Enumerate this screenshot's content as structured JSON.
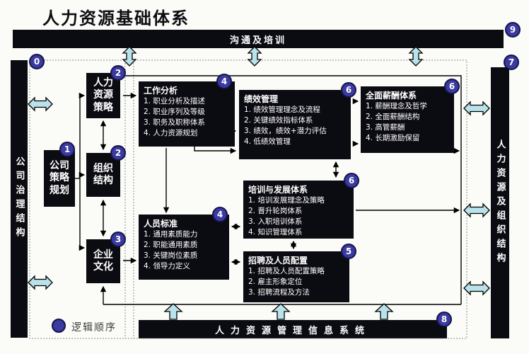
{
  "title": "人力资源基础体系",
  "colors": {
    "box_bg": "#0b0b12",
    "badge": "#3a3aa0",
    "arrow_fill": "#b9e2eb",
    "background": "#fbfbf7"
  },
  "bars": {
    "top": {
      "label": "沟通及培训"
    },
    "left": {
      "label": "公司治理结构"
    },
    "right": {
      "label": "人力资源及组织结构"
    },
    "bottom": {
      "label": "人力资源管理信息系统"
    }
  },
  "badges": {
    "frame": "0",
    "company_strategy": "1",
    "hr_strategy": "2",
    "org_structure": "2",
    "corp_culture": "3",
    "job_analysis": "4",
    "people_standard": "4",
    "recruiting": "5",
    "performance": "6",
    "training": "6",
    "compensation": "6",
    "right_bar": "7",
    "bottom_bar": "8",
    "top_bar": "9"
  },
  "boxes": {
    "company_strategy": {
      "label": "公司策略规划"
    },
    "hr_strategy": {
      "label": "人力资源策略"
    },
    "org_structure": {
      "label": "组织结构"
    },
    "corp_culture": {
      "label": "企业文化"
    },
    "job_analysis": {
      "title": "工作分析",
      "items": [
        "1. 职业分析及描述",
        "2. 职业序列及等级",
        "3. 职务及职称体系",
        "4. 人力资源规划"
      ]
    },
    "people_standard": {
      "title": "人员标准",
      "items": [
        "1. 通用素质能力",
        "2. 职能通用素质",
        "3. 关键岗位素质",
        "4. 领导力定义"
      ]
    },
    "performance": {
      "title": "绩效管理",
      "items": [
        "1. 绩效管理理念及流程",
        "2. 关键绩效指标体系",
        "3. 绩效，绩效+潜力评估",
        "4. 低绩效管理"
      ]
    },
    "training": {
      "title": "培训与发展体系",
      "items": [
        "1. 培训发展理念及策略",
        "2. 晋升轮岗体系",
        "3. 入职培训体系",
        "4. 知识管理体系"
      ]
    },
    "recruiting": {
      "title": "招聘及人员配置",
      "items": [
        "1. 招聘及人员配置策略",
        "2. 雇主形象定位",
        "3. 招聘流程及方法"
      ]
    },
    "compensation": {
      "title": "全面薪酬体系",
      "items": [
        "1. 薪酬理念及哲学",
        "2. 全面薪酬结构",
        "3. 高管薪酬",
        "4. 长期激励保留"
      ]
    }
  },
  "legend": {
    "label": "逻辑顺序"
  }
}
